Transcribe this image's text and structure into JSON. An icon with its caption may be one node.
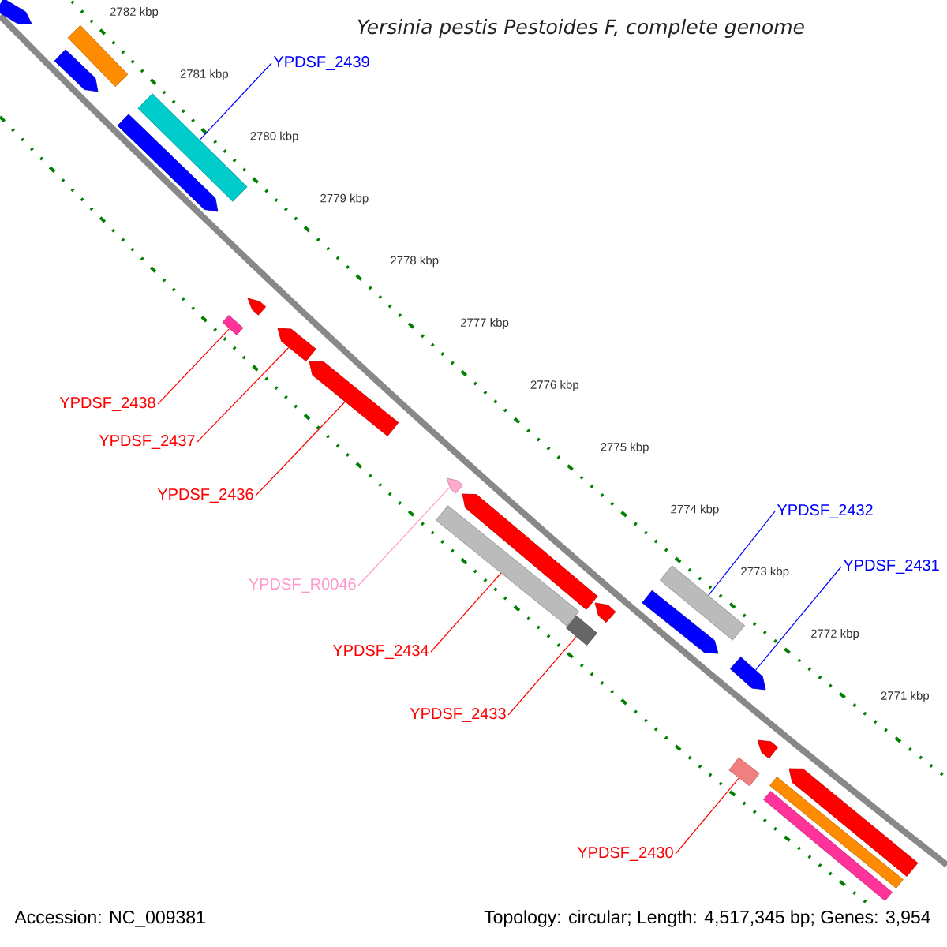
{
  "diagram": {
    "title": "Yersinia pestis Pestoides F, complete genome",
    "nodes": [
      {
        "text": [
          "YPDSF_2439"
        ]
      },
      {
        "text": [
          "YPDSF_2438"
        ]
      },
      {
        "text": [
          "YPDSF_2437"
        ]
      },
      {
        "text": [
          "YPDSF_2436"
        ]
      },
      {
        "text": [
          "YPDSF_R0046"
        ]
      },
      {
        "text": [
          "YPDSF_2434"
        ]
      },
      {
        "text": [
          "YPDSF_2433"
        ]
      },
      {
        "text": [
          "YPDSF_2432"
        ]
      },
      {
        "text": [
          "YPDSF_2431"
        ]
      },
      {
        "text": [
          "YPDSF_2430"
        ]
      },
      {
        "text": [],
        "shape": "bar"
      },
      {
        "text": [],
        "shape": "bar"
      },
      {
        "text": [],
        "shape": "bar"
      },
      {
        "text": [],
        "shape": "bar"
      },
      {
        "text": [],
        "shape": "bar"
      },
      {
        "text": [],
        "shape": "bar"
      },
      {
        "text": [],
        "shape": "bar"
      },
      {
        "text": [],
        "shape": "bar"
      },
      {
        "text": [],
        "shape": "bar"
      },
      {
        "text": [],
        "shape": "bar"
      },
      {
        "text": [],
        "shape": "bar"
      },
      {
        "text": [],
        "shape": "bar"
      },
      {
        "text": [],
        "shape": "bar"
      },
      {
        "text": [],
        "shape": "bar"
      },
      {
        "text": [],
        "shape": "bar"
      },
      {
        "text": [],
        "shape": "bar"
      },
      {
        "text": [],
        "shape": "bar"
      },
      {
        "text": [],
        "shape": "bar"
      },
      {
        "text": [],
        "shape": "bar"
      },
      {
        "text": [],
        "shape": "bar"
      },
      {
        "text": [],
        "shape": "bar"
      },
      {
        "text": [],
        "shape": "bar"
      }
    ],
    "edges": [
      {
        "from": 0,
        "to": 13,
        "arrow": "none",
        "color": "#0000ff"
      },
      {
        "from": 1,
        "to": 16,
        "arrow": "none"
      },
      {
        "from": 2,
        "to": 17,
        "arrow": "none"
      },
      {
        "from": 3,
        "to": 18,
        "arrow": "none"
      },
      {
        "from": 4,
        "to": 19,
        "arrow": "none",
        "color": "#ff99cc"
      },
      {
        "from": 5,
        "to": 21,
        "arrow": "none"
      },
      {
        "from": 6,
        "to": 25,
        "arrow": "none"
      },
      {
        "from": 7,
        "to": 22,
        "arrow": "none",
        "color": "#0000ff"
      },
      {
        "from": 8,
        "to": 26,
        "arrow": "none",
        "color": "#0000ff"
      },
      {
        "from": 9,
        "to": 28,
        "arrow": "none"
      }
    ],
    "labels": [
      "2782 kbp",
      "2781 kbp",
      "2780 kbp",
      "2779 kbp",
      "2778 kbp",
      "2777 kbp",
      "2776 kbp",
      "2775 kbp",
      "2774 kbp",
      "2773 kbp",
      "2772 kbp",
      "2771 kbp",
      "Accession: NC_009381",
      "Topology: circular; Length: 4,517,345 bp; Genes: 3,954"
    ]
  }
}
